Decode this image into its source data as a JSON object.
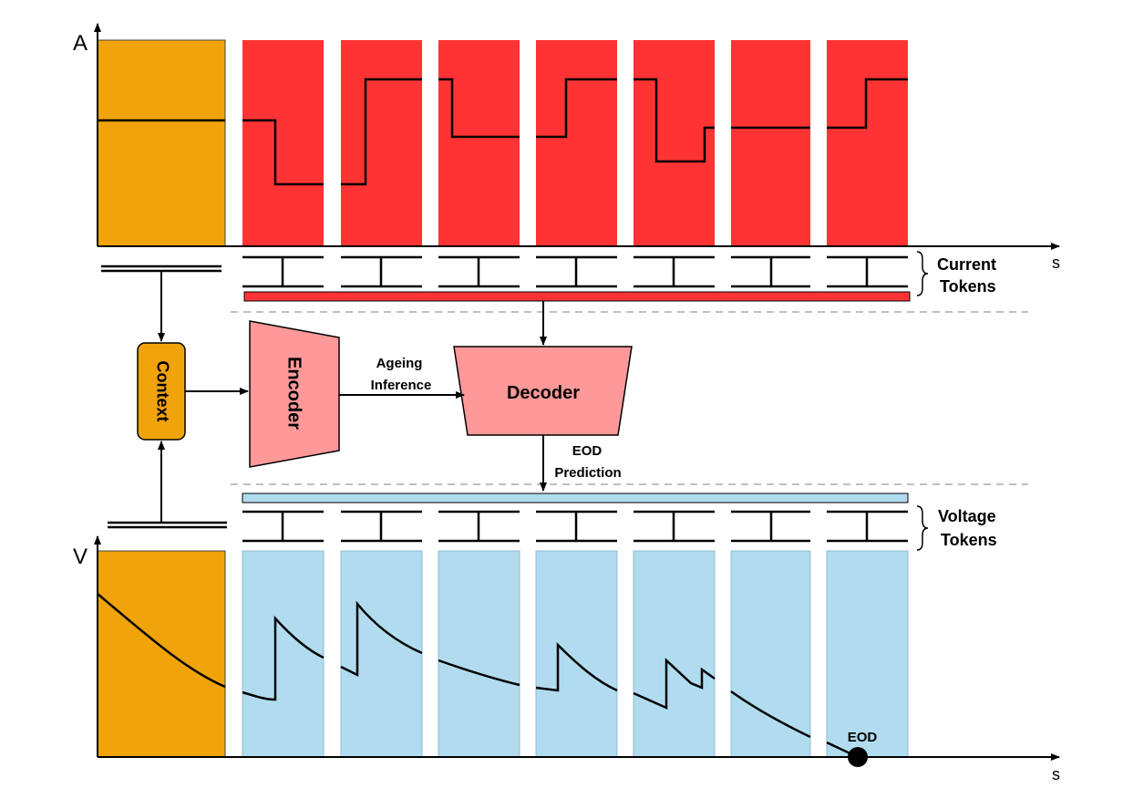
{
  "top_panel": {
    "y_axis_label": "A",
    "x_axis_label": "s",
    "context_color": "#f0a30a",
    "token_color": "#ff3333"
  },
  "bottom_panel": {
    "y_axis_label": "V",
    "x_axis_label": "s",
    "context_color": "#f0a30a",
    "token_color": "#b1dcef"
  },
  "labels": {
    "current_tokens": [
      "Current",
      "Tokens"
    ],
    "voltage_tokens": [
      "Voltage",
      "Tokens"
    ],
    "context": "Context",
    "encoder": "Encoder",
    "decoder": "Decoder",
    "ageing_inference": [
      "Ageing",
      "Inference"
    ],
    "eod_prediction": [
      "EOD",
      "Prediction"
    ],
    "eod_marker": "EOD"
  },
  "colors": {
    "context": "#f0a30a",
    "current": "#ff3333",
    "voltage": "#b1dcef",
    "model": "#ff9999"
  }
}
